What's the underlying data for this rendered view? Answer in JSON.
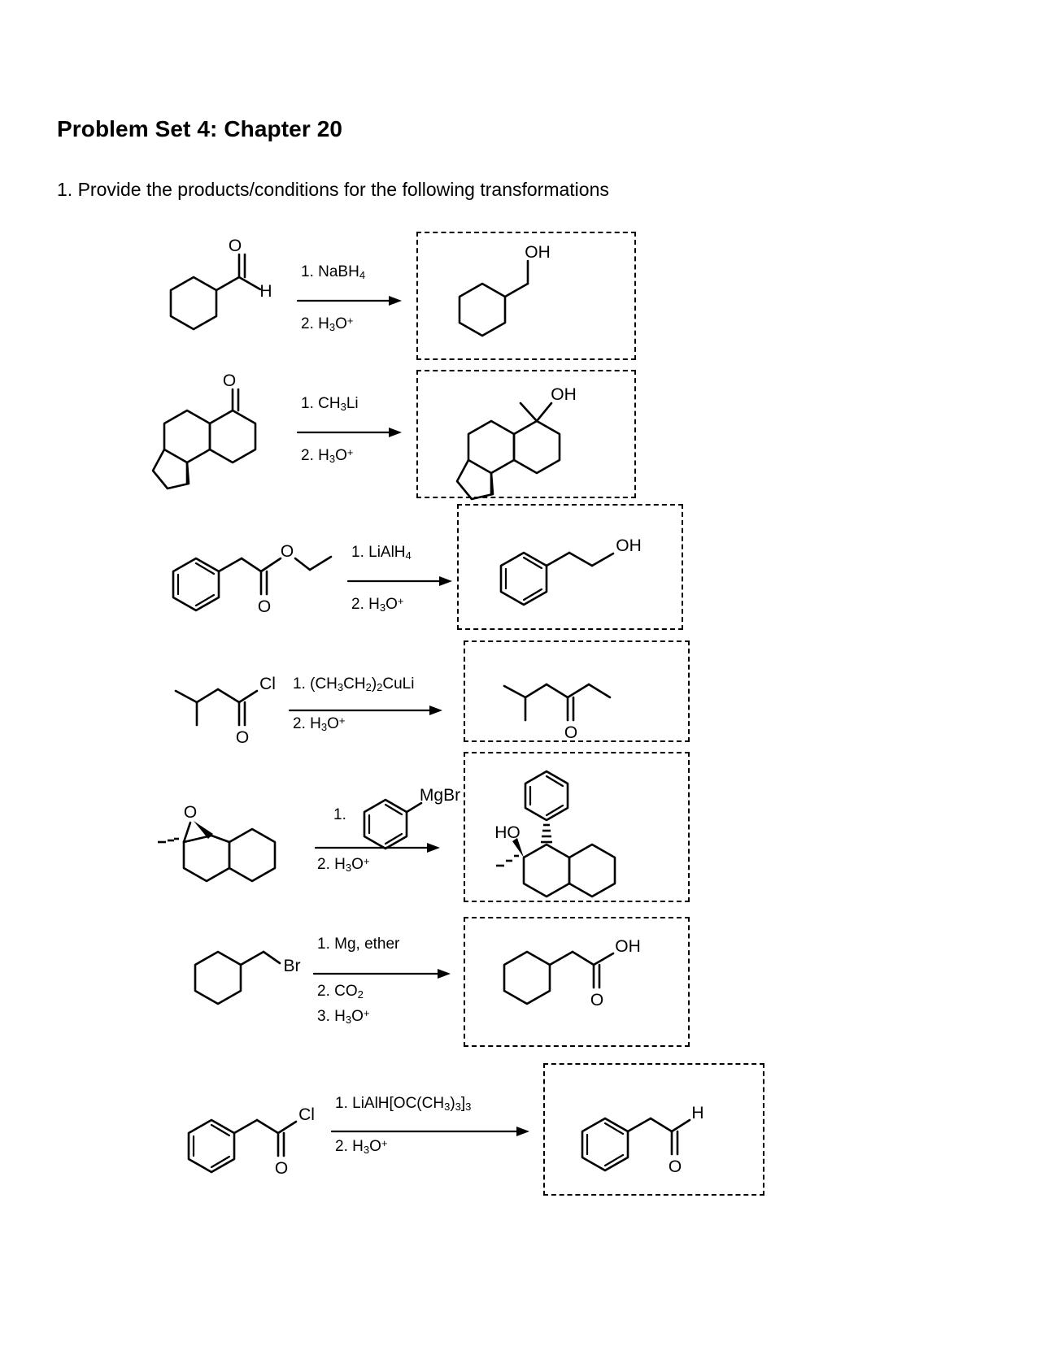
{
  "document": {
    "title": "Problem Set 4: Chapter 20",
    "instruction": "1. Provide the products/conditions for the following transformations"
  },
  "reactions": [
    {
      "id": "reaction-1",
      "reactant_name": "cyclohexanecarbaldehyde",
      "reactant_labels": {
        "carbonyl_o": "O",
        "aldehyde_h": "H"
      },
      "conditions": [
        {
          "step": "1.",
          "reagent_html": "NaBH<sub>4</sub>",
          "reagent_text": "1. NaBH4"
        },
        {
          "step": "2.",
          "reagent_html": "H<sub>3</sub>O<sup>+</sup>",
          "reagent_text": "2. H3O+"
        }
      ],
      "product_name": "cyclohexylmethanol",
      "product_labels": {
        "hydroxyl": "OH"
      }
    },
    {
      "id": "reaction-2",
      "reactant_name": "tricyclic ketone (hydrindanone-fused decalone)",
      "reactant_labels": {
        "carbonyl_o": "O"
      },
      "conditions": [
        {
          "step": "1.",
          "reagent_html": "CH<sub>3</sub>Li",
          "reagent_text": "1. CH3Li"
        },
        {
          "step": "2.",
          "reagent_html": "H<sub>3</sub>O<sup>+</sup>",
          "reagent_text": "2. H3O+"
        }
      ],
      "product_name": "tertiary alcohol with added methyl group",
      "product_labels": {
        "hydroxyl": "OH"
      }
    },
    {
      "id": "reaction-3",
      "reactant_name": "ethyl phenylacetate",
      "reactant_labels": {
        "ester_o": "O",
        "carbonyl_o": "O"
      },
      "conditions": [
        {
          "step": "1.",
          "reagent_html": "LiAlH<sub>4</sub>",
          "reagent_text": "1. LiAlH4"
        },
        {
          "step": "2.",
          "reagent_html": "H<sub>3</sub>O<sup>+</sup>",
          "reagent_text": "2. H3O+"
        }
      ],
      "product_name": "2-phenylethanol",
      "product_labels": {
        "hydroxyl": "OH"
      }
    },
    {
      "id": "reaction-4",
      "reactant_name": "3-methylbutanoyl chloride",
      "reactant_labels": {
        "chloride": "Cl",
        "carbonyl_o": "O"
      },
      "conditions": [
        {
          "step": "1.",
          "reagent_html": "(CH<sub>3</sub>CH<sub>2</sub>)<sub>2</sub>CuLi",
          "reagent_text": "1. (CH3CH2)2CuLi"
        },
        {
          "step": "2.",
          "reagent_html": "H<sub>3</sub>O<sup>+</sup>",
          "reagent_text": "2. H3O+"
        }
      ],
      "product_name": "2-methylheptan-4-one (ketone from cuprate)",
      "product_labels": {
        "carbonyl_o": "O"
      }
    },
    {
      "id": "reaction-5",
      "reactant_name": "epoxide fused to decalin",
      "reactant_labels": {
        "epoxide_o": "O"
      },
      "conditions": [
        {
          "step": "1.",
          "reagent_html": "",
          "reagent_text": "1.",
          "structure_label": "MgBr"
        },
        {
          "step": "2.",
          "reagent_html": "H<sub>3</sub>O<sup>+</sup>",
          "reagent_text": "2. H3O+"
        }
      ],
      "product_name": "trans-2-phenyl-decalin-ol",
      "product_labels": {
        "hydroxyl": "HO"
      }
    },
    {
      "id": "reaction-6",
      "reactant_name": "(bromomethyl)cyclohexane",
      "reactant_labels": {
        "bromide": "Br"
      },
      "conditions": [
        {
          "step": "1.",
          "reagent_html": "Mg, ether",
          "reagent_text": "1. Mg, ether"
        },
        {
          "step": "2.",
          "reagent_html": "CO<sub>2</sub>",
          "reagent_text": "2. CO2"
        },
        {
          "step": "3.",
          "reagent_html": "H<sub>3</sub>O<sup>+</sup>",
          "reagent_text": "3. H3O+"
        }
      ],
      "product_name": "cyclohexylacetic acid",
      "product_labels": {
        "hydroxyl": "OH",
        "carbonyl_o": "O"
      }
    },
    {
      "id": "reaction-7",
      "reactant_name": "phenylacetyl chloride",
      "reactant_labels": {
        "chloride": "Cl",
        "carbonyl_o": "O"
      },
      "conditions": [
        {
          "step": "1.",
          "reagent_html": "LiAlH[OC(CH<sub>3</sub>)<sub>3</sub>]<sub>3</sub>",
          "reagent_text": "1. LiAlH[OC(CH3)3]3"
        },
        {
          "step": "2.",
          "reagent_html": "H<sub>3</sub>O<sup>+</sup>",
          "reagent_text": "2. H3O+"
        }
      ],
      "product_name": "phenylacetaldehyde",
      "product_labels": {
        "aldehyde_h": "H",
        "carbonyl_o": "O"
      }
    }
  ],
  "colors": {
    "ink": "#000000",
    "paper": "#ffffff"
  }
}
